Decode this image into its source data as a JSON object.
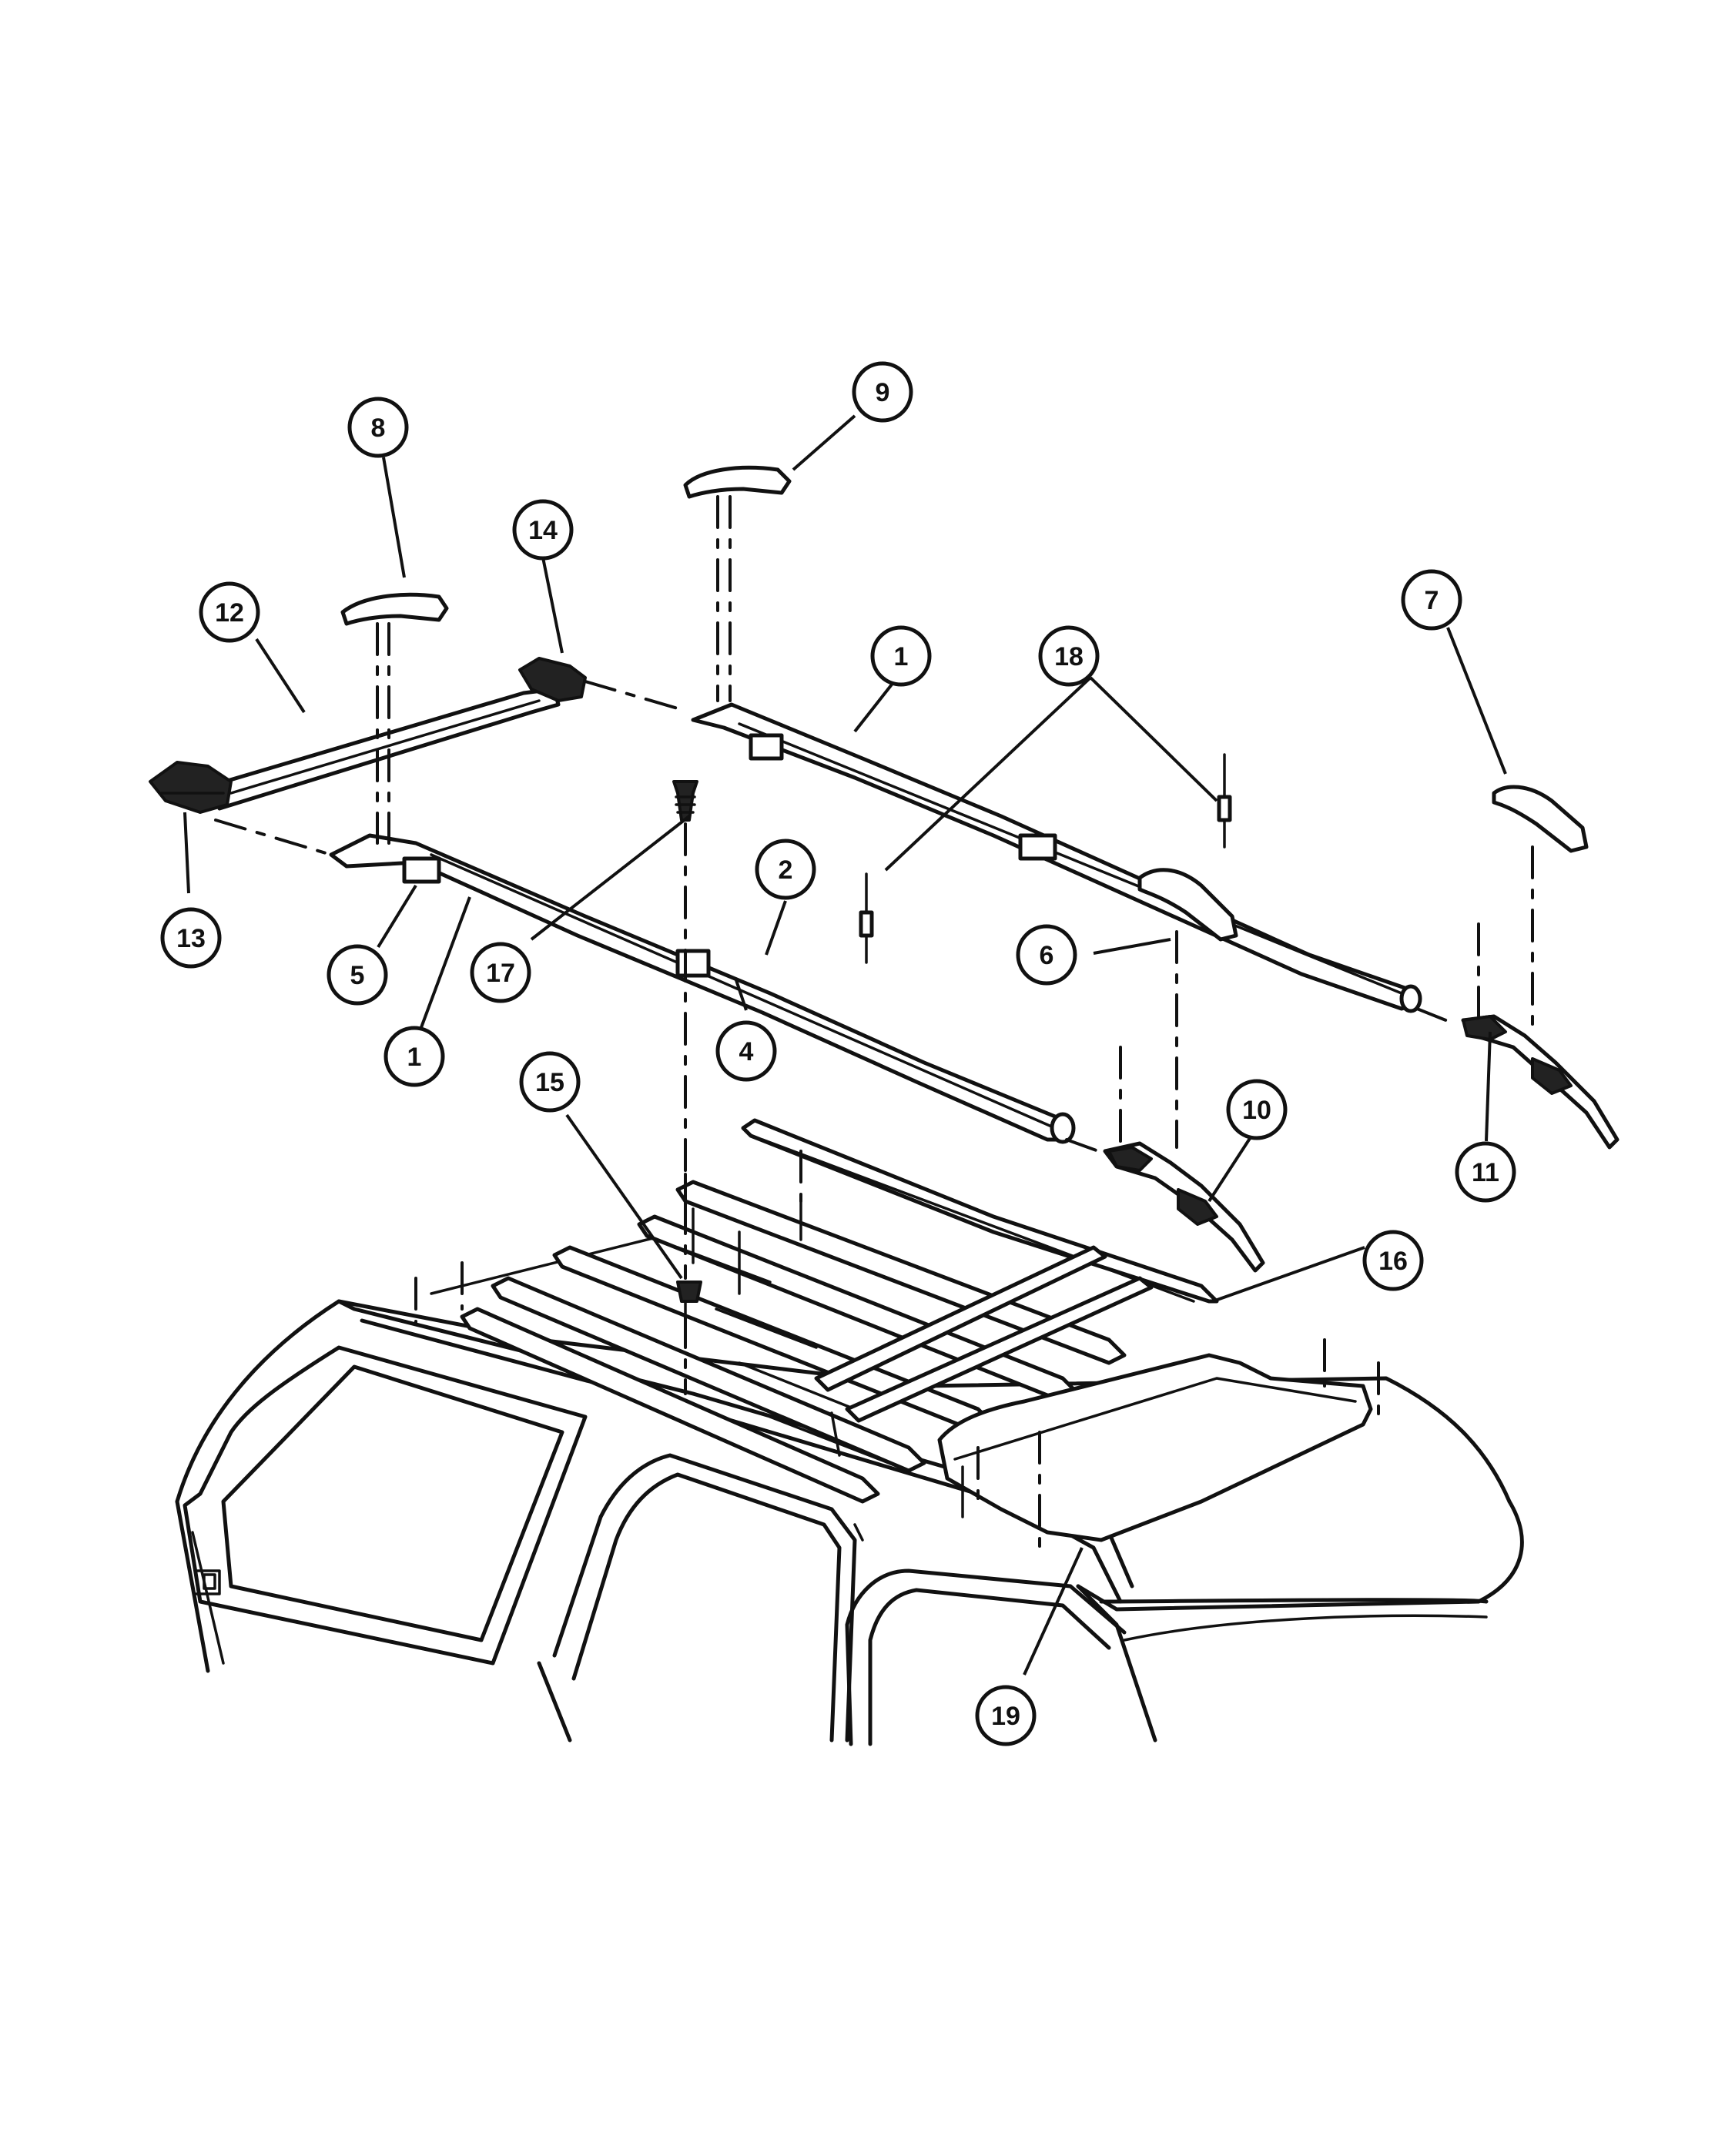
{
  "diagram": {
    "callouts": [
      {
        "id": "c8",
        "label": "8"
      },
      {
        "id": "c9",
        "label": "9"
      },
      {
        "id": "c14",
        "label": "14"
      },
      {
        "id": "c12",
        "label": "12"
      },
      {
        "id": "c1a",
        "label": "1"
      },
      {
        "id": "c18",
        "label": "18"
      },
      {
        "id": "c7",
        "label": "7"
      },
      {
        "id": "c2",
        "label": "2"
      },
      {
        "id": "c13",
        "label": "13"
      },
      {
        "id": "c5",
        "label": "5"
      },
      {
        "id": "c17",
        "label": "17"
      },
      {
        "id": "c6",
        "label": "6"
      },
      {
        "id": "c1b",
        "label": "1"
      },
      {
        "id": "c4",
        "label": "4"
      },
      {
        "id": "c15",
        "label": "15"
      },
      {
        "id": "c10",
        "label": "10"
      },
      {
        "id": "c11",
        "label": "11"
      },
      {
        "id": "c16",
        "label": "16"
      },
      {
        "id": "c19",
        "label": "19"
      }
    ]
  }
}
